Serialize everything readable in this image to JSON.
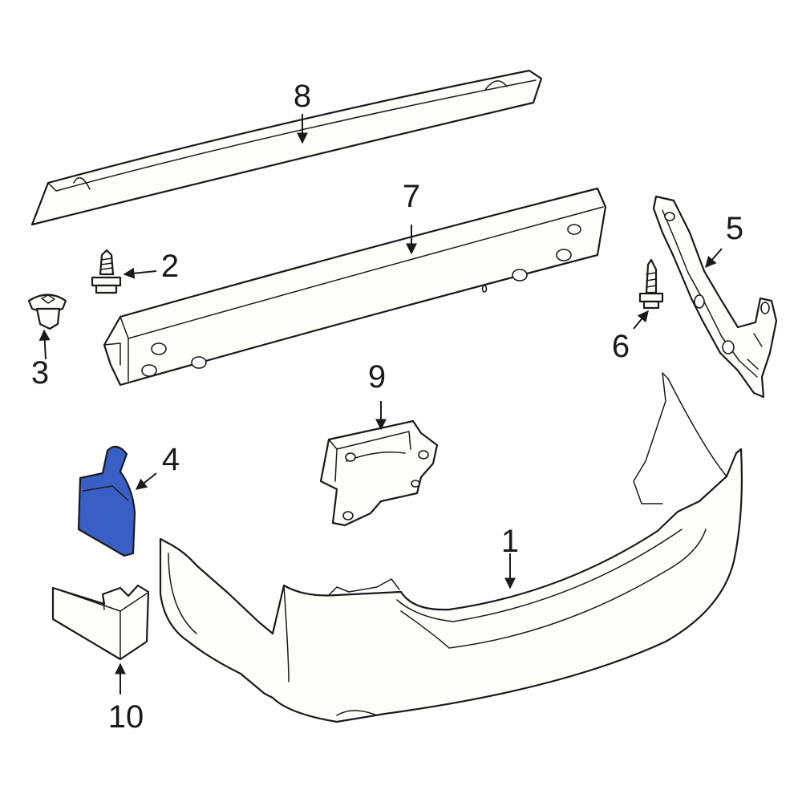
{
  "diagram": {
    "highlight_color": "#3a5fc4",
    "highlighted_part": "4",
    "callouts": [
      {
        "id": "c1",
        "label": "1"
      },
      {
        "id": "c2",
        "label": "2"
      },
      {
        "id": "c3",
        "label": "3"
      },
      {
        "id": "c4",
        "label": "4"
      },
      {
        "id": "c5",
        "label": "5"
      },
      {
        "id": "c6",
        "label": "6"
      },
      {
        "id": "c7",
        "label": "7"
      },
      {
        "id": "c8",
        "label": "8"
      },
      {
        "id": "c9",
        "label": "9"
      },
      {
        "id": "c10",
        "label": "10"
      }
    ]
  }
}
